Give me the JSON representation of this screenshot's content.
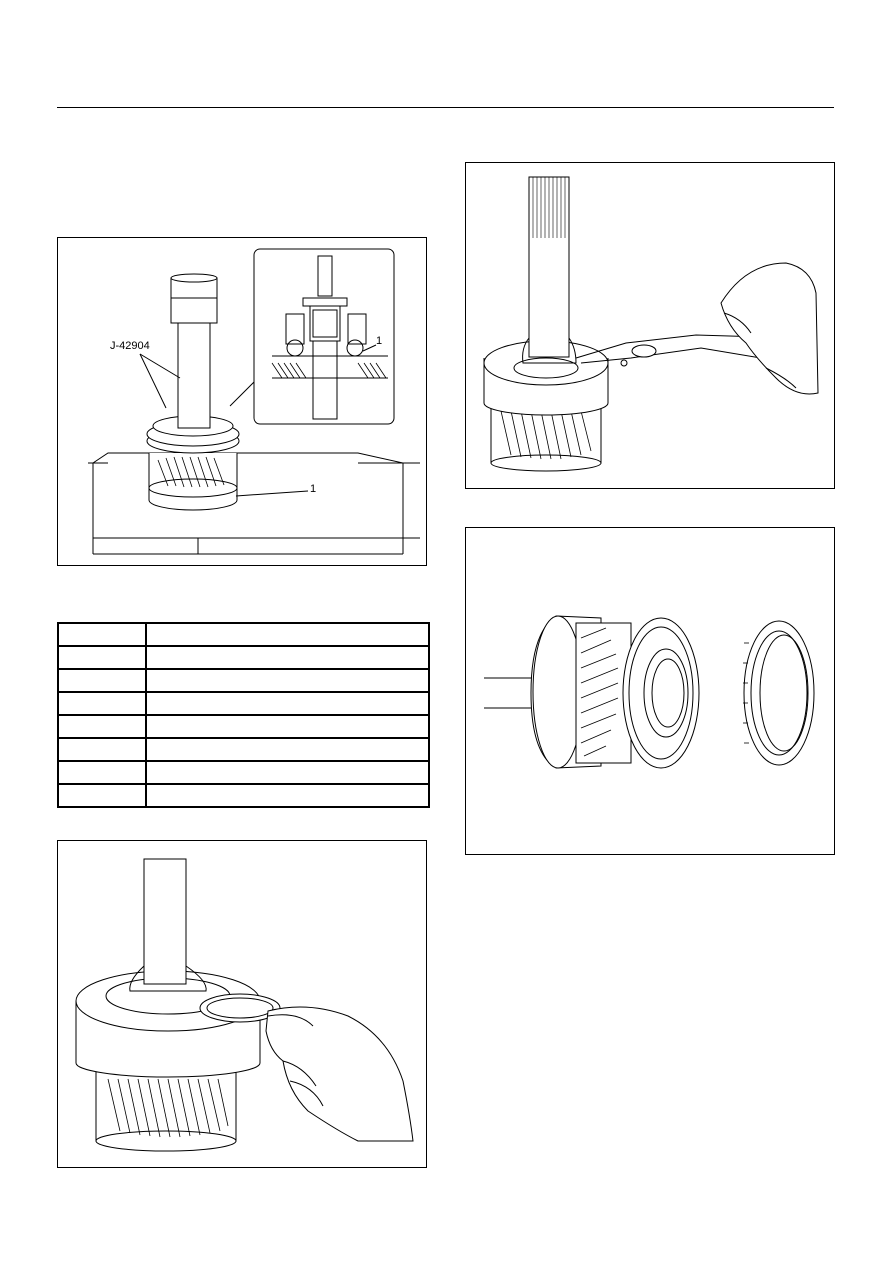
{
  "figures": {
    "press_fit": {
      "tool_label": "J-42904",
      "callout_1": "1",
      "inset_callout": "1"
    },
    "remove_ring": {},
    "snap_ring_pliers": {},
    "synchro_parts": {}
  },
  "spec_table": {
    "rows": [
      {
        "c1": "",
        "c2": ""
      },
      {
        "c1": "",
        "c2": ""
      },
      {
        "c1": "",
        "c2": ""
      },
      {
        "c1": "",
        "c2": ""
      },
      {
        "c1": "",
        "c2": ""
      },
      {
        "c1": "",
        "c2": ""
      },
      {
        "c1": "",
        "c2": ""
      },
      {
        "c1": "",
        "c2": ""
      }
    ]
  }
}
